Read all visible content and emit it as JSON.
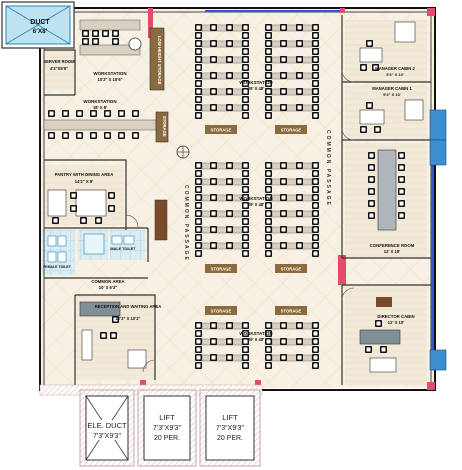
{
  "title": "Office Floor Plan",
  "rooms": {
    "duct_top": {
      "name": "DUCT",
      "size": "6'X8'"
    },
    "server_room": {
      "name": "SERVER ROOM",
      "size": "4'3\"X5'9\""
    },
    "low_height_storage": {
      "name": "LOW HEIGHT STORAGE"
    },
    "ws_top_left": {
      "name": "WORKSTATION",
      "size": "10'3\" X 10'6\""
    },
    "ws_left": {
      "name": "WORKSTATION",
      "size": "18' X 8'"
    },
    "ws_center_top": {
      "name": "WORKSTATION",
      "size": "29' X 48'"
    },
    "ws_center_mid": {
      "name": "WORKSTATION",
      "size": "29' X 48'"
    },
    "ws_center_bottom": {
      "name": "WORKSTATION",
      "size": "29' X 48'"
    },
    "manager_cabin_2": {
      "name": "MANAGER CABIN 2",
      "size": "9'3\" X 10'"
    },
    "manager_cabin_1": {
      "name": "MANAGER CABIN 1",
      "size": "9'3\" X 10'"
    },
    "pantry": {
      "name": "PANTRY WITH DINING AREA",
      "size": "14'2\" X 9'"
    },
    "conference": {
      "name": "CONFERENCE ROOM",
      "size": "12' X 18'"
    },
    "common_area": {
      "name": "COMMON AREA",
      "size": "10' X 6'3\""
    },
    "reception": {
      "name": "RECEPTION AND WAITING AREA",
      "size": "12'3\" X 10'2\""
    },
    "director": {
      "name": "DIRECTOR CABIN",
      "size": "12' X 10'"
    },
    "ele_duct": {
      "name": "ELE. DUCT",
      "size": "7'3\"X9'3\""
    },
    "lift_1": {
      "name": "LIFT",
      "size": "7'3\"X9'3\"",
      "capacity": "20 PER."
    },
    "lift_2": {
      "name": "LIFT",
      "size": "7'3\"X9'3\"",
      "capacity": "20 PER."
    },
    "male_toilet": {
      "name": "MALE TOILET"
    },
    "female_toilet": {
      "name": "FEMALE TOILET"
    }
  },
  "passages": {
    "left": "COMMON PASSAGE",
    "right": "COMMON PASSAGE"
  },
  "storage_label": "STORAGE"
}
